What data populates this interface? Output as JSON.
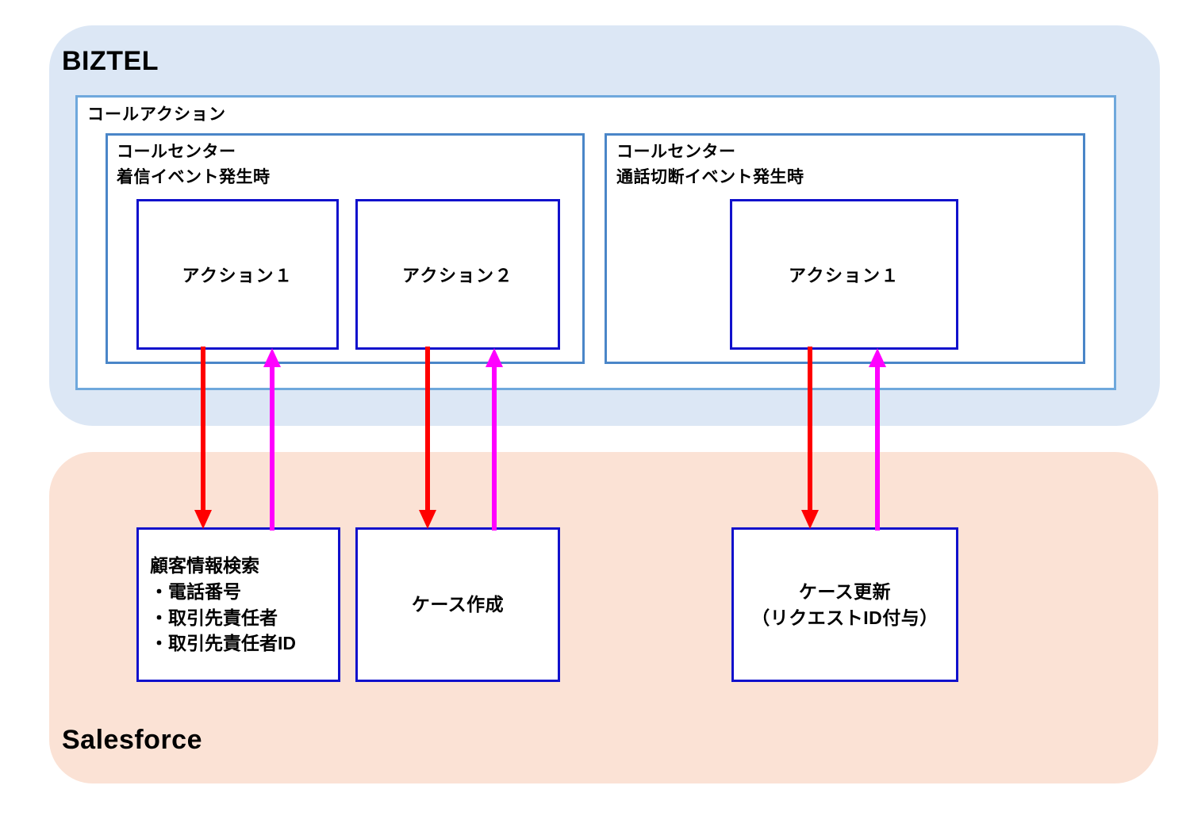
{
  "diagram": {
    "zones": [
      {
        "id": "biztel",
        "title": "BIZTEL",
        "color": "#dce7f5"
      },
      {
        "id": "salesforce",
        "title": "Salesforce",
        "color": "#fbe2d5"
      }
    ],
    "call_action": {
      "label": "コールアクション",
      "border_color": "#6fa8dc"
    },
    "event_groups": [
      {
        "label": "コールセンター\n着信イベント発生時",
        "border_color": "#4a86c8"
      },
      {
        "label": "コールセンター\n通話切断イベント発生時",
        "border_color": "#4a86c8"
      }
    ],
    "action_boxes": [
      {
        "label": "アクション１",
        "group": 0,
        "border_color": "#1111cc"
      },
      {
        "label": "アクション２",
        "group": 0,
        "border_color": "#1111cc"
      },
      {
        "label": "アクション１",
        "group": 1,
        "border_color": "#1111cc"
      }
    ],
    "salesforce_boxes": [
      {
        "label": "顧客情報検索\n ・電話番号\n ・取引先責任者\n ・取引先責任者ID",
        "align": "left",
        "border_color": "#1111cc"
      },
      {
        "label": "ケース作成",
        "align": "center",
        "border_color": "#1111cc"
      },
      {
        "label": "ケース更新\n（リクエストID付与）",
        "align": "center",
        "border_color": "#1111cc"
      }
    ],
    "arrows": [
      {
        "direction": "down",
        "color": "#ff0000",
        "from": "アクション１",
        "to": "顧客情報検索"
      },
      {
        "direction": "up",
        "color": "#ff00ff",
        "from": "顧客情報検索",
        "to": "アクション１"
      },
      {
        "direction": "down",
        "color": "#ff0000",
        "from": "アクション２",
        "to": "ケース作成"
      },
      {
        "direction": "up",
        "color": "#ff00ff",
        "from": "ケース作成",
        "to": "アクション２"
      },
      {
        "direction": "down",
        "color": "#ff0000",
        "from": "アクション１",
        "to": "ケース更新"
      },
      {
        "direction": "up",
        "color": "#ff00ff",
        "from": "ケース更新",
        "to": "アクション１"
      }
    ]
  }
}
